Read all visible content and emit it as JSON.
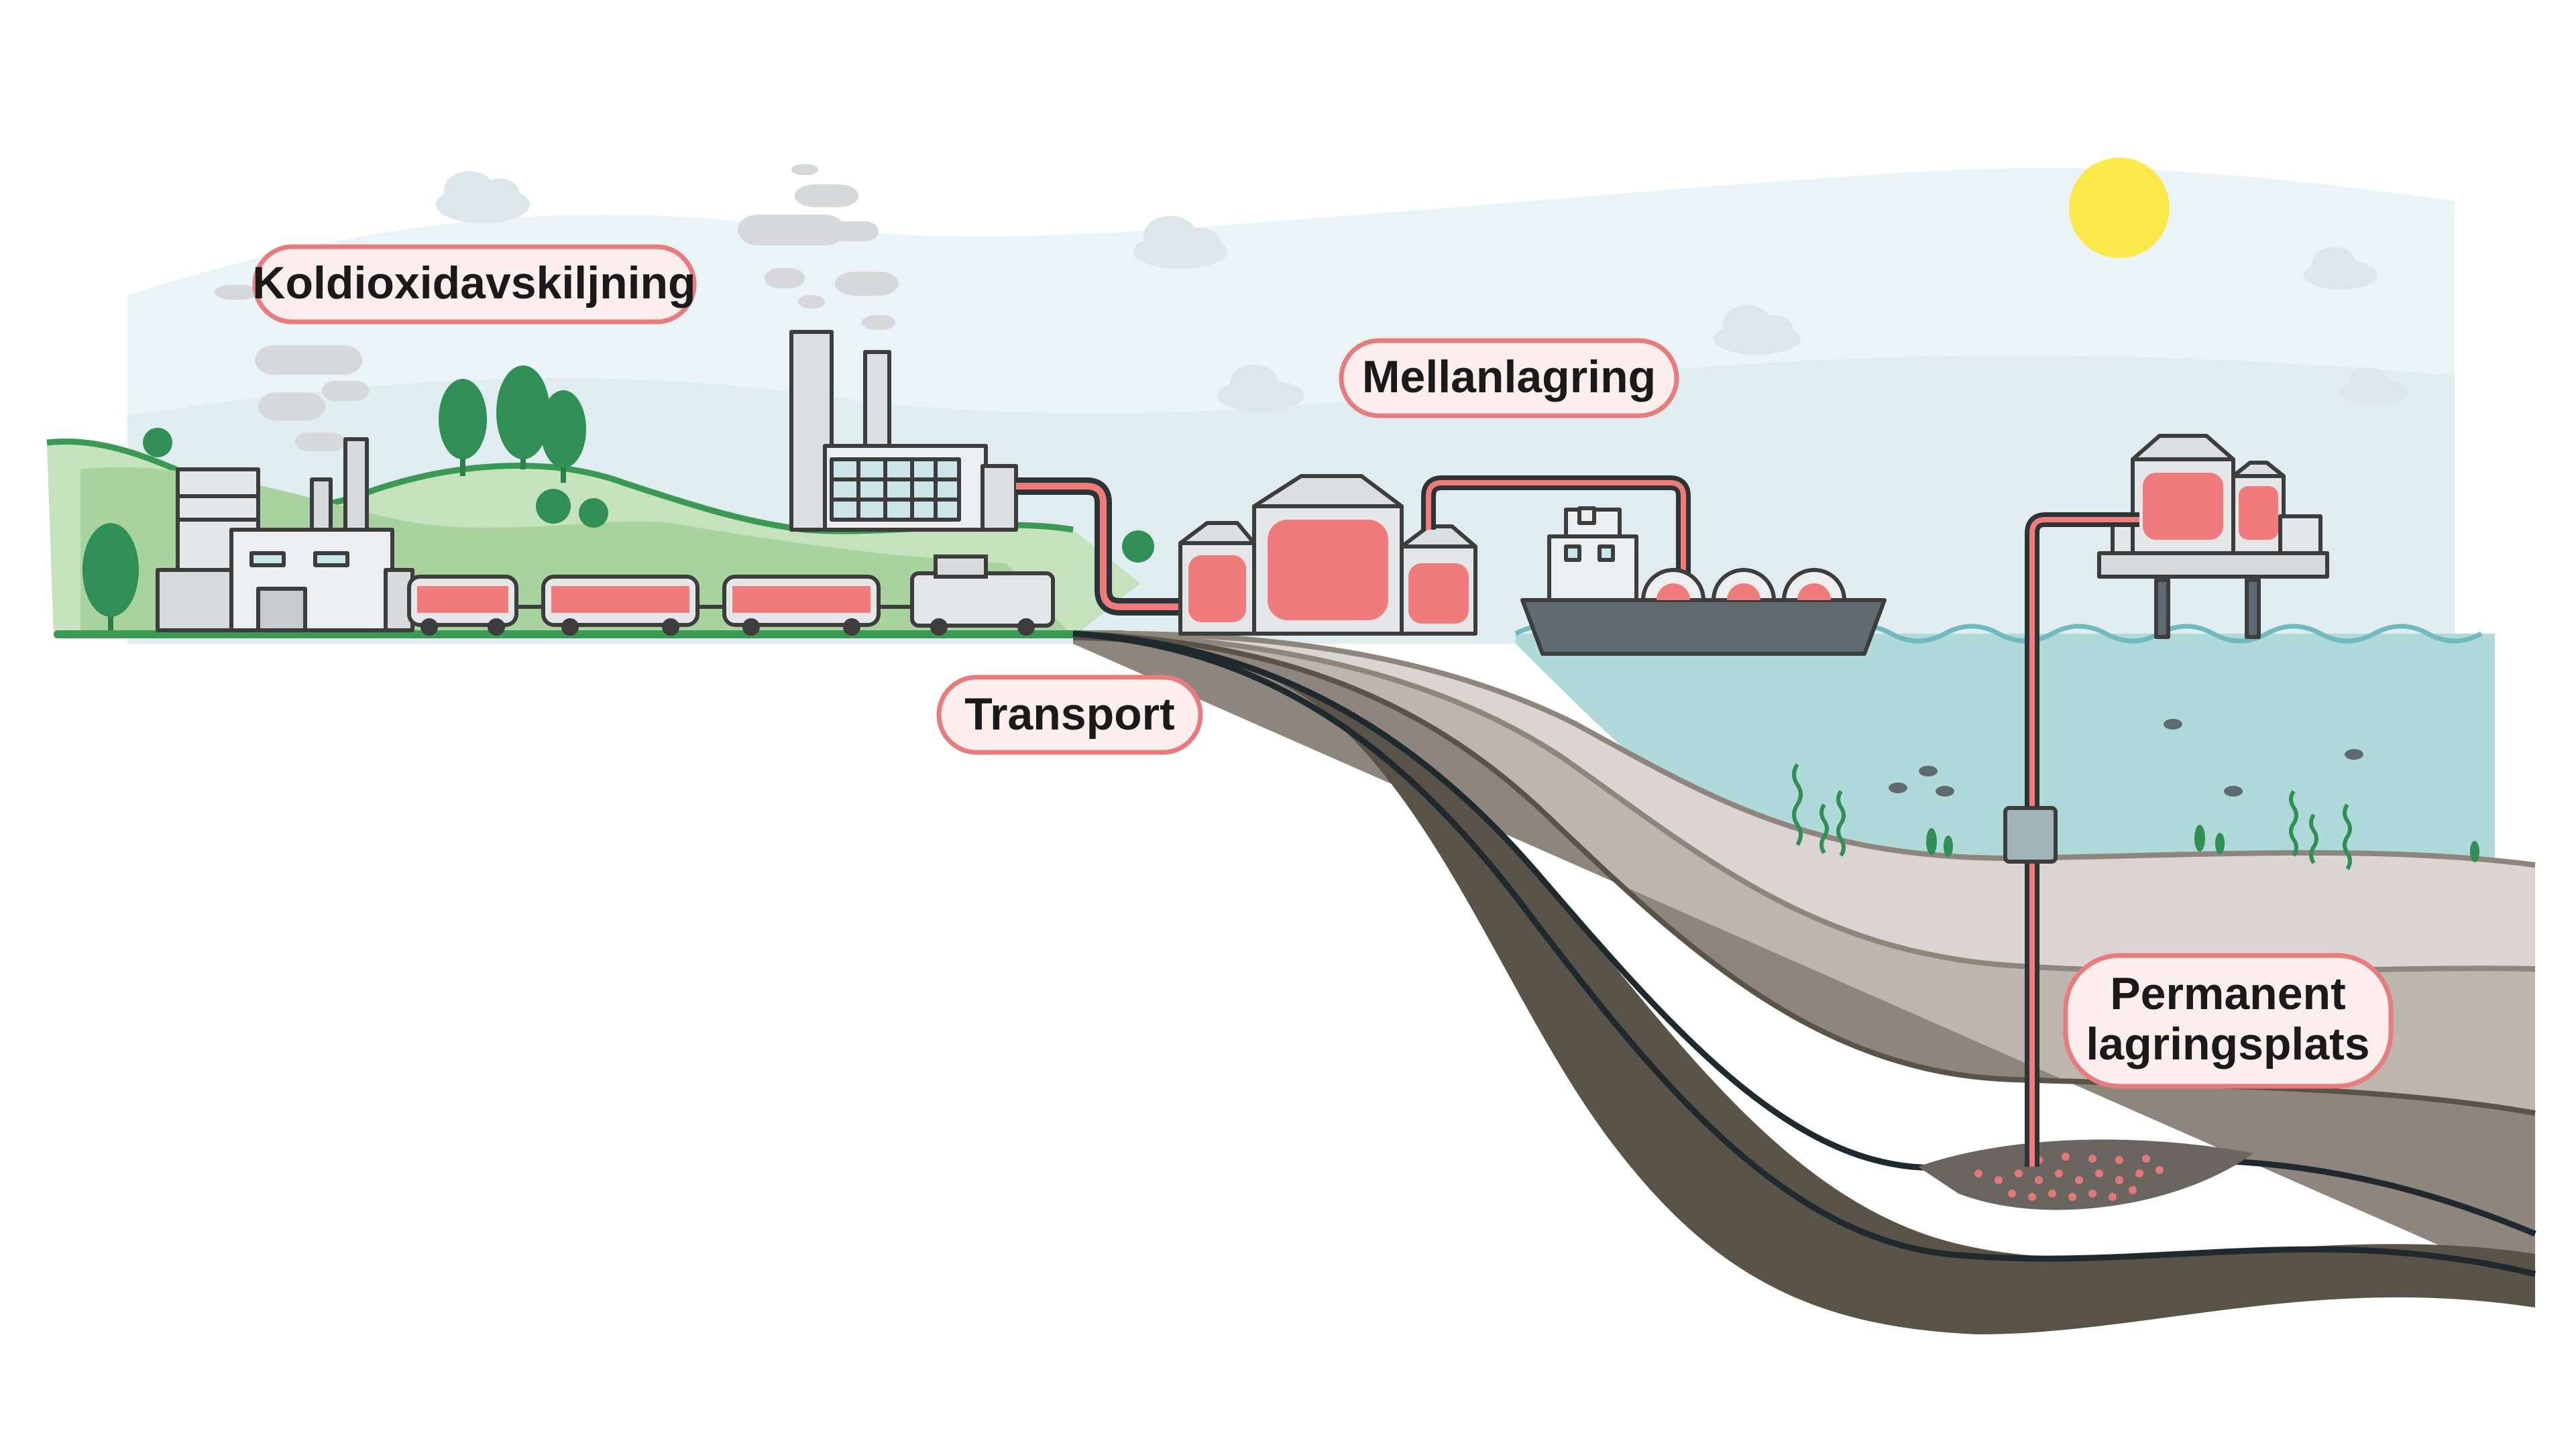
{
  "labels": {
    "capture": "Koldioxidavskiljning",
    "intermediate_storage": "Mellanlagring",
    "transport": "Transport",
    "permanent_storage_line1": "Permanent",
    "permanent_storage_line2": "lagringsplats"
  },
  "colors": {
    "accent_co2": "#ef7b7b",
    "label_fill": "#fdeeee",
    "label_border": "#e87b7b",
    "grass": "#3a9a53",
    "hill_light": "#b8dcb1",
    "sky": "#eaf3f5",
    "sea": "#b0dada",
    "rock_dark": "#5a5348",
    "sun": "#fbe94a"
  }
}
